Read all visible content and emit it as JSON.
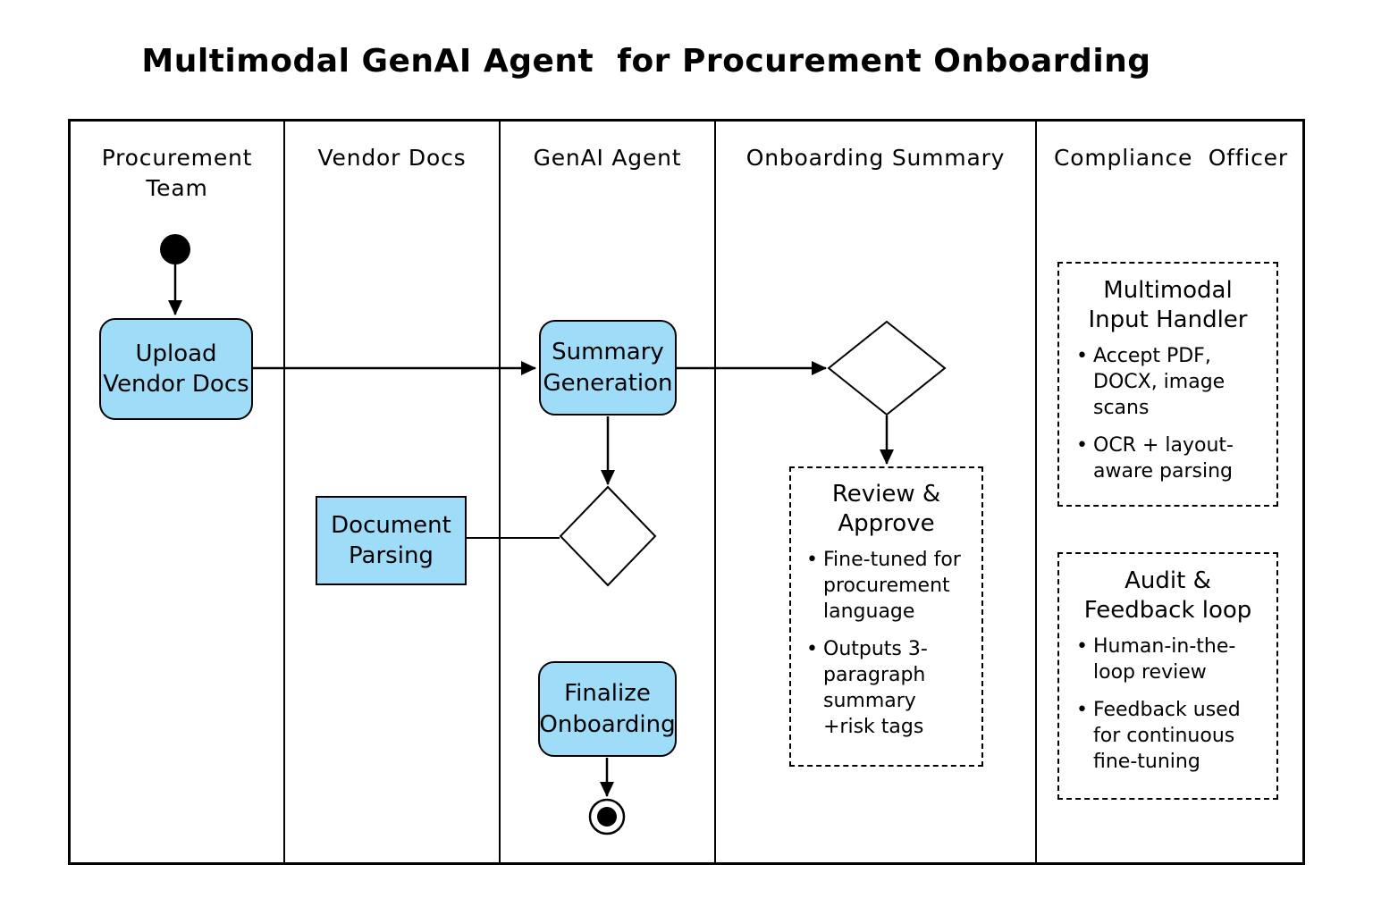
{
  "title": "Multimodal GenAI Agent  for Procurement Onboarding",
  "colors": {
    "node_fill": "#9fdcf8",
    "stroke": "#000000",
    "background": "#ffffff"
  },
  "lanes": [
    {
      "label": "Procurement\nTeam"
    },
    {
      "label": "Vendor Docs"
    },
    {
      "label": "GenAI Agent"
    },
    {
      "label": "Onboarding Summary"
    },
    {
      "label": "Compliance  Officer"
    }
  ],
  "nodes": {
    "upload": {
      "lines": [
        "Upload",
        "Vendor Docs"
      ]
    },
    "summary": {
      "lines": [
        "Summary",
        "Generation"
      ]
    },
    "parsing": {
      "lines": [
        "Document",
        "Parsing"
      ]
    },
    "finalize": {
      "lines": [
        "Finalize",
        "Onboarding"
      ]
    }
  },
  "annotations": {
    "review": {
      "title_lines": [
        "Review &",
        "Approve"
      ],
      "bullet_marker": "•",
      "bullets": [
        "Fine-tuned for procurement language",
        "Outputs 3-paragraph summary +risk tags"
      ]
    },
    "handler": {
      "title_lines": [
        "Multimodal",
        "Input Handler"
      ],
      "bullet_marker": "•",
      "bullets": [
        "Accept PDF, DOCX, image scans",
        "OCR + layout-aware parsing"
      ]
    },
    "audit": {
      "title_lines": [
        "Audit &",
        "Feedback loop"
      ],
      "bullet_marker": "•",
      "bullets": [
        "Human-in-the-loop review",
        "Feedback used for continuous fine-tuning"
      ]
    }
  }
}
